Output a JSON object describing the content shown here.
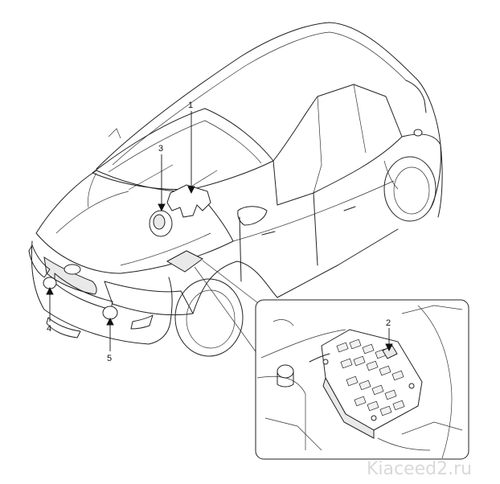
{
  "diagram": {
    "callouts": [
      {
        "id": "1",
        "label": "1"
      },
      {
        "id": "2",
        "label": "2"
      },
      {
        "id": "3",
        "label": "3"
      },
      {
        "id": "4",
        "label": "4"
      },
      {
        "id": "5",
        "label": "5"
      }
    ],
    "watermark": "Kiaceed2.ru"
  }
}
